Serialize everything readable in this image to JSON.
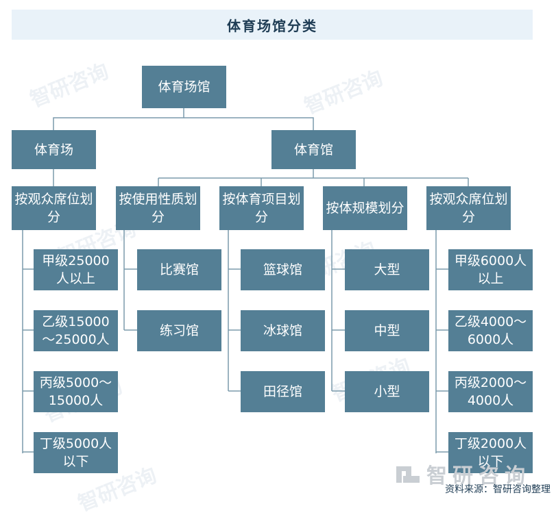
{
  "title": "体育场馆分类",
  "root": "体育场馆",
  "level1": {
    "stadium": "体育场",
    "gym": "体育馆"
  },
  "stadium_branch": {
    "header": "按观众席位划分",
    "items": [
      "甲级25000人以上",
      "乙级15000～25000人",
      "丙级5000～15000人",
      "丁级5000人以下"
    ]
  },
  "gym_branches": {
    "nature": {
      "header": "按使用性质划分",
      "items": [
        "比赛馆",
        "练习馆"
      ]
    },
    "project": {
      "header": "按体育项目划分",
      "items": [
        "篮球馆",
        "冰球馆",
        "田径馆"
      ]
    },
    "scale": {
      "header": "按体规模划分",
      "items": [
        "大型",
        "中型",
        "小型"
      ]
    },
    "seats": {
      "header": "按观众席位划分",
      "items": [
        "甲级6000人以上",
        "乙级4000～6000人",
        "丙级2000～4000人",
        "丁级2000人以下"
      ]
    }
  },
  "watermark_text": "智研咨询",
  "logo_text": "智研咨询",
  "source": {
    "label": "资料来源：",
    "value": "智研咨询整理"
  },
  "colors": {
    "node": "#547f95",
    "title_bg": "#e9f2f9",
    "line": "#7a9aab"
  }
}
